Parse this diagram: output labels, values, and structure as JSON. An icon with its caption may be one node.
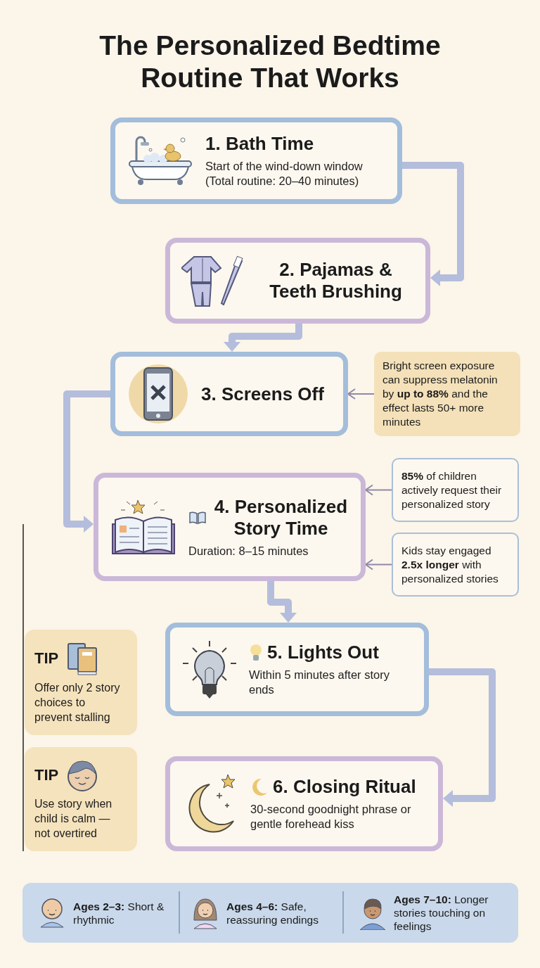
{
  "diagram": {
    "title": "The Personalized Bedtime Routine That Works",
    "nodes": [
      {
        "text": [
          "1. Bath Time",
          "Start of the wind-down window (Total routine: 20–40 minutes)"
        ]
      },
      {
        "text": [
          "2. Pajamas & Teeth Brushing"
        ]
      },
      {
        "text": [
          "3. Screens Off"
        ]
      },
      {
        "text": [
          "Bright screen exposure can suppress melatonin by **up to 88%** and the effect lasts 50+ more minutes"
        ]
      },
      {
        "text": [
          "4. Personalized Story Time",
          "Duration: 8–15 minutes"
        ]
      },
      {
        "text": [
          "**85%** of children actively request their personalized story"
        ]
      },
      {
        "text": [
          "Kids stay engaged **2.5x longer** with personalized stories"
        ]
      },
      {
        "text": [
          "TIP",
          "Offer only 2 story choices to prevent stalling"
        ]
      },
      {
        "text": [
          "5. Lights Out",
          "Within 5 minutes after story ends"
        ]
      },
      {
        "text": [
          "TIP",
          "Use story when child is calm — not overtired"
        ]
      },
      {
        "text": [
          "6. Closing Ritual",
          "30-second goodnight phrase or gentle forehead kiss"
        ]
      }
    ],
    "edges": [
      {
        "from": 0,
        "to": 1,
        "arrow": "to"
      },
      {
        "from": 1,
        "to": 2,
        "arrow": "to"
      },
      {
        "from": 2,
        "to": 4,
        "arrow": "to"
      },
      {
        "from": 4,
        "to": 8,
        "arrow": "to"
      },
      {
        "from": 8,
        "to": 10,
        "arrow": "to"
      },
      {
        "from": 3,
        "to": 2,
        "arrow": "to",
        "color": "#8f89a8"
      },
      {
        "from": 5,
        "to": 4,
        "arrow": "to",
        "color": "#8f89a8"
      },
      {
        "from": 6,
        "to": 4,
        "arrow": "to",
        "color": "#8f89a8"
      }
    ],
    "labels": [
      "**Ages 2–3:** Short & rhythmic",
      "**Ages 4–6:** Safe, reassuring endings",
      "**Ages 7–10:** Longer stories touching on feelings"
    ]
  }
}
